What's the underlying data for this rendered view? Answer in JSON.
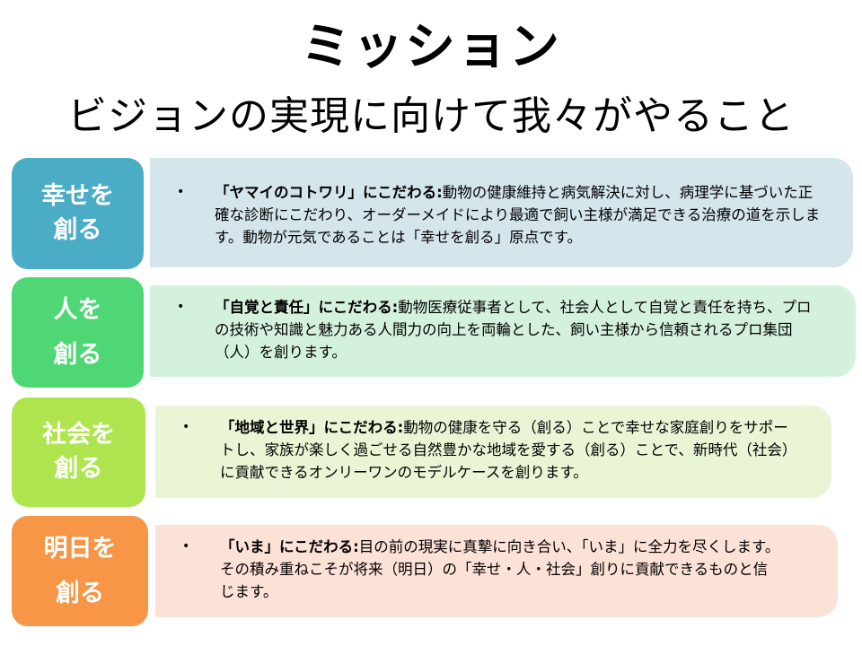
{
  "header": {
    "title": "ミッション",
    "subtitle": "ビジョンの実現に向けて我々がやること"
  },
  "colors": {
    "row1_label": "#4BACC6",
    "row1_content": "#D5E5EC",
    "row2_label": "#4FD775",
    "row2_content": "#D4F1DE",
    "row3_label": "#AEE54F",
    "row3_content": "#EAF5D6",
    "row4_label": "#F79646",
    "row4_content": "#FCE1D7"
  },
  "rows": [
    {
      "label_line1": "幸せを",
      "label_line2": "創る",
      "bullet": "•",
      "lead": "「ヤマイのコトワリ」にこだわる:",
      "body": "動物の健康維持と病気解決に対し、病理学に基づいた正確な診断にこだわり、オーダーメイドにより最適で飼い主様が満足できる治療の道を示します。動物が元気であることは「幸せを創る」原点です。"
    },
    {
      "label_line1": "人を",
      "label_line2": "創る",
      "bullet": "•",
      "lead": "「自覚と責任」にこだわる:",
      "body": "動物医療従事者として、社会人として自覚と責任を持ち、プロの技術や知識と魅力ある人間力の向上を両輪とした、飼い主様から信頼されるプロ集団（人）を創ります。"
    },
    {
      "label_line1": "社会を",
      "label_line2": "創る",
      "bullet": "•",
      "lead": "「地域と世界」にこだわる:",
      "body": "動物の健康を守る（創る）ことで幸せな家庭創りをサポートし、家族が楽しく過ごせる自然豊かな地域を愛する（創る）ことで、新時代（社会）に貢献できるオンリーワンのモデルケースを創ります。"
    },
    {
      "label_line1": "明日を",
      "label_line2": "創る",
      "bullet": "•",
      "lead": "「いま」にこだわる:",
      "body": "目の前の現実に真摯に向き合い、「いま」に全力を尽くします。その積み重ねこそが将来（明日）の「幸せ・人・社会」創りに貢献できるものと信じます。"
    }
  ]
}
